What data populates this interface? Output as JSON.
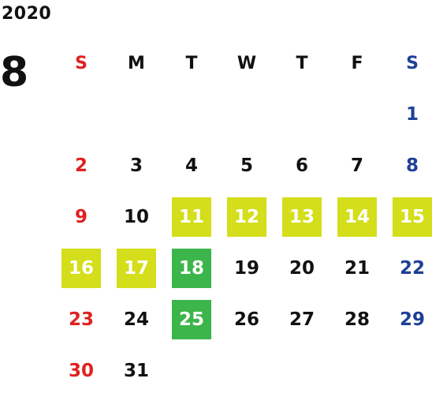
{
  "calendar": {
    "year": "2020",
    "month": "8",
    "weekdays": [
      "S",
      "M",
      "T",
      "W",
      "T",
      "F",
      "S"
    ],
    "weeks": [
      [
        "",
        "",
        "",
        "",
        "",
        "",
        "1"
      ],
      [
        "2",
        "3",
        "4",
        "5",
        "6",
        "7",
        "8"
      ],
      [
        "9",
        "10",
        "11",
        "12",
        "13",
        "14",
        "15"
      ],
      [
        "16",
        "17",
        "18",
        "19",
        "20",
        "21",
        "22"
      ],
      [
        "23",
        "24",
        "25",
        "26",
        "27",
        "28",
        "29"
      ],
      [
        "30",
        "31",
        "",
        "",
        "",
        "",
        ""
      ]
    ],
    "highlights": {
      "yellow": [
        "11",
        "12",
        "13",
        "14",
        "15",
        "16",
        "17"
      ],
      "green": [
        "18",
        "25"
      ]
    },
    "colors": {
      "sunday": "#e02020",
      "saturday": "#1e3f96",
      "yellow_highlight": "#d4de1a",
      "green_highlight": "#3cb54a"
    }
  }
}
